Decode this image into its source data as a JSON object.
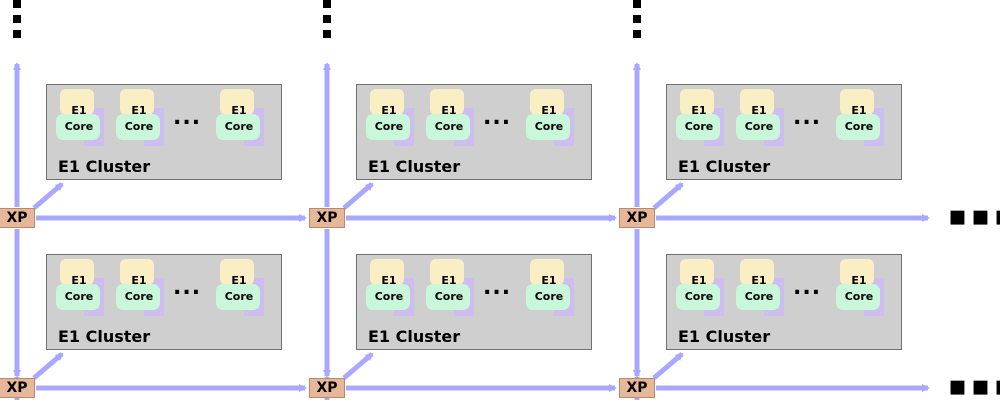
{
  "mesh": {
    "crosspoint_label": "XP",
    "cluster_label": "E1 Cluster",
    "core_line1": "E1",
    "core_line2": "Core",
    "intra_cluster_ellipsis": "...",
    "edge_ellipsis": "...",
    "rows": 2,
    "columns": 3,
    "cores_per_cluster_drawn": 3
  },
  "colors": {
    "link": "#a8a8ff",
    "crosspoint_fill": "#e7b79a",
    "cluster_fill": "#cfcfcf",
    "core_top": "#faefc4",
    "core_bottom": "#c9f7d9",
    "core_shadow": "#cdbdf0"
  }
}
